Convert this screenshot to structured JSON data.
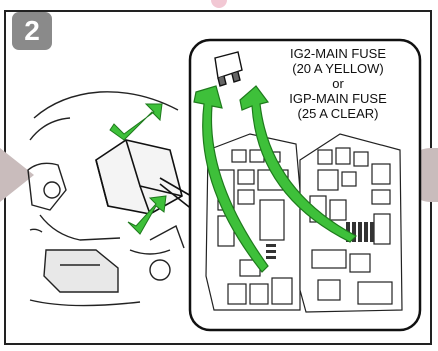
{
  "step": {
    "number": "2"
  },
  "fuse_label": {
    "line1": "IG2-MAIN FUSE",
    "line2": "(20 A YELLOW)",
    "line3": "or",
    "line4": "IGP-MAIN FUSE",
    "line5": "(25 A CLEAR)"
  },
  "colors": {
    "arrow_green": "#3ec03a",
    "frame": "#222222",
    "badge": "#8a8a8a",
    "nav": "#c9bcbc"
  }
}
